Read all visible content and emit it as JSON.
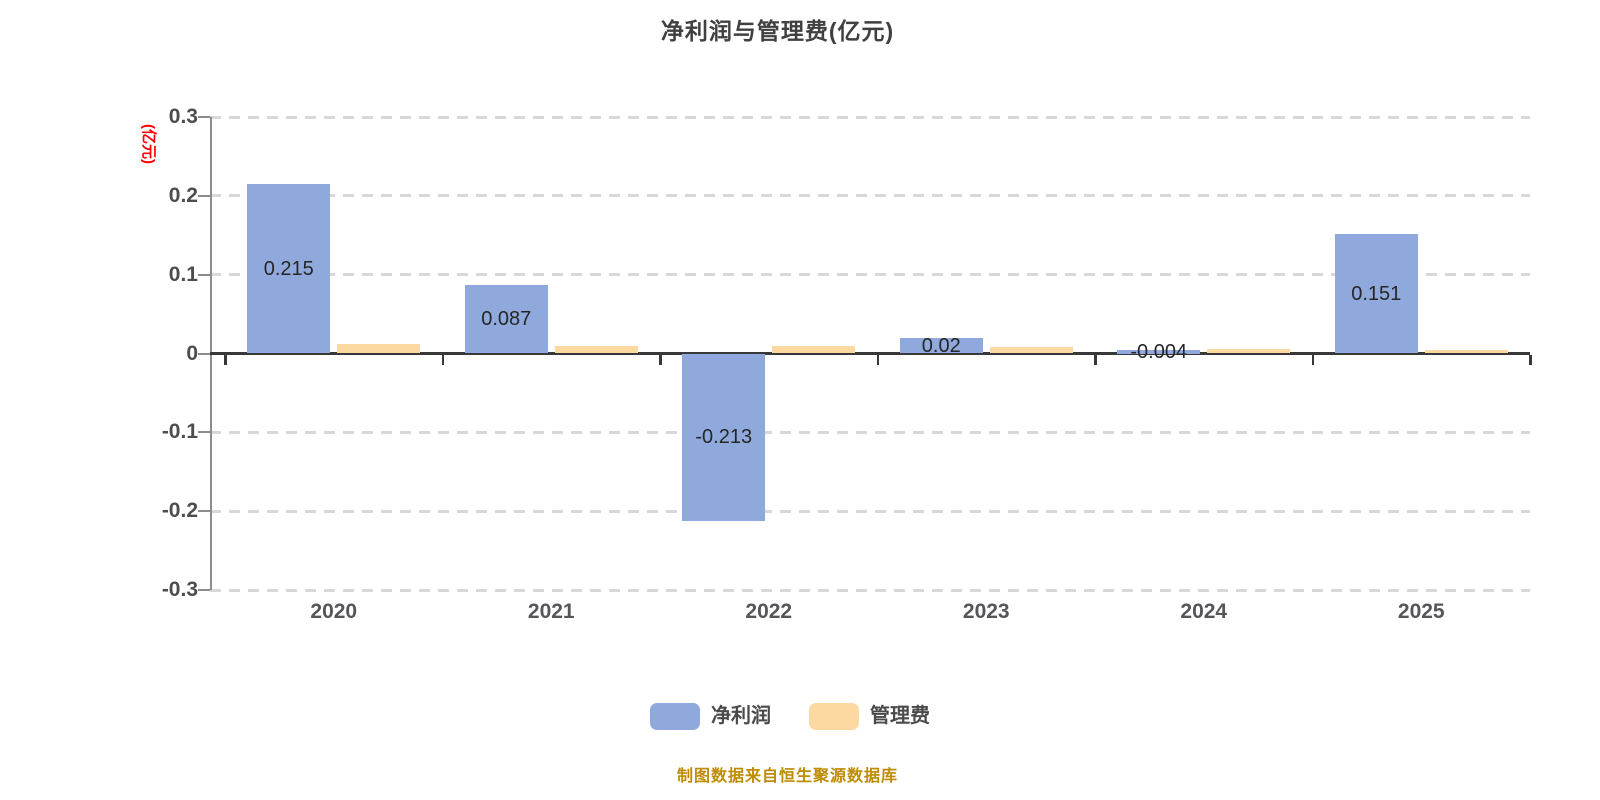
{
  "title": "净利润与管理费(亿元)",
  "y_axis": {
    "unit_label": "(亿元)",
    "ticks": [
      "0.3",
      "0.2",
      "0.1",
      "0",
      "-0.1",
      "-0.2",
      "-0.3"
    ]
  },
  "source_note": "制图数据来自恒生聚源数据库",
  "colors": {
    "net_profit": "#8fa9dc",
    "mgmt_fee": "#fcd9a0",
    "unit_label_red": "#ff0000",
    "source_gold": "#be8c00",
    "gridline": "#d8d8d8",
    "zero_axis": "#383838",
    "y_axis_gray": "#8c8c8c",
    "title_text": "#404040",
    "tick_text": "#4d4d4d"
  },
  "legend": [
    {
      "label": "净利润",
      "color_key": "net_profit"
    },
    {
      "label": "管理费",
      "color_key": "mgmt_fee"
    }
  ],
  "chart_data": {
    "type": "bar",
    "title": "净利润与管理费(亿元)",
    "ylabel": "(亿元)",
    "categories": [
      "2020",
      "2021",
      "2022",
      "2023",
      "2024",
      "2025"
    ],
    "series": [
      {
        "name": "净利润",
        "values": [
          0.215,
          0.087,
          -0.213,
          0.02,
          -0.004,
          0.151
        ],
        "labels": [
          "0.215",
          "0.087",
          "-0.213",
          "0.02",
          "-0.004",
          "0.151"
        ],
        "color": "#8fa9dc"
      },
      {
        "name": "管理费",
        "values": [
          0.012,
          0.01,
          0.01,
          0.008,
          0.006,
          0.005
        ],
        "labels": [
          "",
          "",
          "",
          "",
          "",
          ""
        ],
        "color": "#fcd9a0"
      }
    ],
    "ylim": [
      -0.3,
      0.3
    ],
    "ytick_step": 0.1,
    "grid": "horizontal-dashed",
    "legend_position": "bottom"
  }
}
